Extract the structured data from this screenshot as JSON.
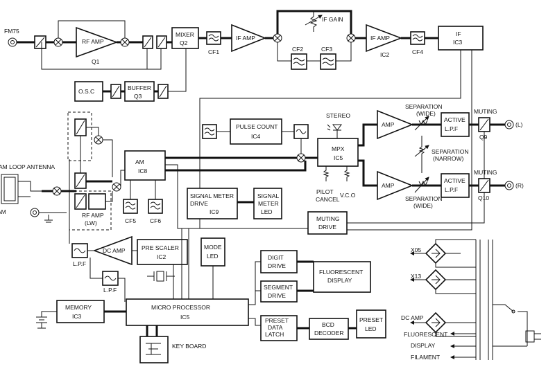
{
  "inputs": {
    "fm75": "FM75",
    "am_loop": "AM LOOP ANTENNA",
    "am": "AM"
  },
  "blocks": {
    "rf_amp": [
      "RF AMP",
      "Q1"
    ],
    "mixer": [
      "MIXER",
      "Q2"
    ],
    "if_amp1": "IF AMP",
    "if_amp2": [
      "IF AMP",
      "IC2"
    ],
    "if_ic3": [
      "IF",
      "IC3"
    ],
    "osc": "O.S.C",
    "buffer": [
      "BUFFER",
      "Q3"
    ],
    "pulse_count": [
      "PULSE COUNT",
      "IC4"
    ],
    "mpx": [
      "MPX",
      "IC5"
    ],
    "amp_top": "AMP",
    "amp_bot": "AMP",
    "active_lpf_top": [
      "ACTIVE",
      "L.P.F"
    ],
    "active_lpf_bot": [
      "ACTIVE",
      "L.P.F"
    ],
    "muting_top": [
      "MUTING",
      "Q9"
    ],
    "muting_bot": [
      "MUTING",
      "Q10"
    ],
    "am_ic8": [
      "AM",
      "IC8"
    ],
    "rf_amp_lw": [
      "RF AMP",
      "(LW)"
    ],
    "signal_meter_drive": [
      "SIGNAL METER",
      "DRIVE",
      "IC9"
    ],
    "signal_meter_led": [
      "SIGNAL",
      "METER",
      "LED"
    ],
    "muting_drive": [
      "MUTING",
      "DRIVE"
    ],
    "dc_amp": "DC AMP",
    "pre_scaler": [
      "PRE SCALER",
      "IC2"
    ],
    "mode_led": [
      "MODE",
      "LED"
    ],
    "digit_drive": [
      "DIGIT",
      "DRIVE"
    ],
    "segment_drive": [
      "SEGMENT",
      "DRIVE"
    ],
    "fluorescent_display": [
      "FLUORESCENT",
      "DISPLAY"
    ],
    "preset_data_latch": [
      "PRESET",
      "DATA",
      "LATCH"
    ],
    "bcd_decoder": [
      "BCD",
      "DECODER"
    ],
    "preset_led": [
      "PRESET",
      "LED"
    ],
    "memory": [
      "MEMORY",
      "IC3"
    ],
    "micro_processor": [
      "MICRO PROCESSOR",
      "IC5"
    ],
    "key_board": "KEY BOARD"
  },
  "filters": {
    "cf1": "CF1",
    "cf2": "CF2",
    "cf3": "CF3",
    "cf4": "CF4",
    "cf5": "CF5",
    "cf6": "CF6",
    "lpf1": "L.P.F",
    "lpf2": "L.P.F"
  },
  "labels": {
    "if_gain": "IF GAIN",
    "stereo": "STEREO",
    "pilot_cancel": [
      "PILOT",
      "CANCEL"
    ],
    "vco": "V.C.O",
    "sep_wide_top": [
      "SEPARATION",
      "(WIDE)"
    ],
    "sep_narrow": [
      "SEPARATION",
      "(NARROW)"
    ],
    "sep_wide_bot": [
      "SEPARATION",
      "(WIDE)"
    ],
    "out_l": "(L)",
    "out_r": "(R)"
  },
  "power": {
    "x05": "X05",
    "x13": "X13",
    "dc_amp": "DC AMP",
    "fluorescent": "FLUORESCENT",
    "display": "DISPLAY",
    "filament": "FILAMENT"
  }
}
